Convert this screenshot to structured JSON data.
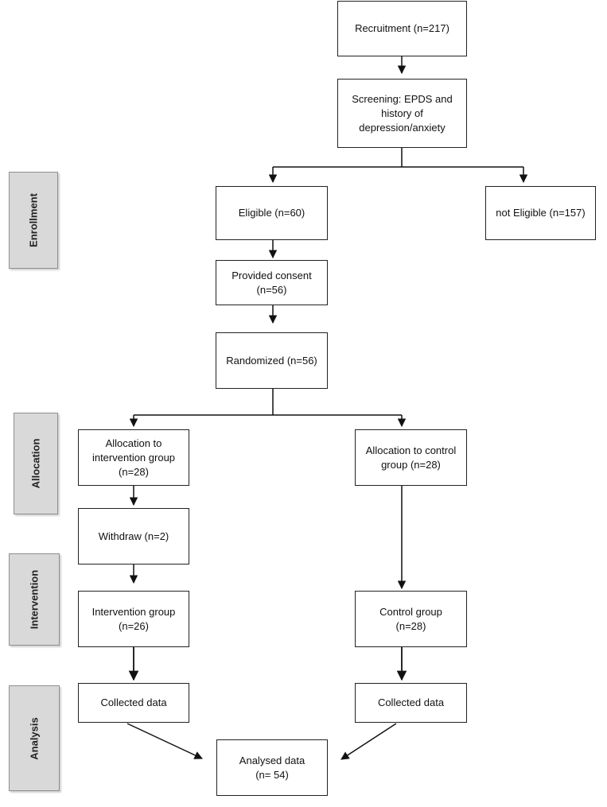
{
  "stages": {
    "enrollment": "Enrollment",
    "allocation": "Allocation",
    "intervention": "Intervention",
    "analysis": "Analysis"
  },
  "boxes": {
    "recruitment": [
      "Recruitment (n=217)"
    ],
    "screening": [
      "Screening: EPDS and",
      "history of",
      "depression/anxiety"
    ],
    "eligible": [
      "Eligible (n=60)"
    ],
    "not_eligible": [
      "not Eligible (n=157)"
    ],
    "consent": [
      "Provided consent",
      "(n=56)"
    ],
    "randomized": [
      "Randomized (n=56)"
    ],
    "alloc_intervention": [
      "Allocation to",
      "intervention group",
      "(n=28)"
    ],
    "alloc_control": [
      "Allocation to control",
      "group (n=28)"
    ],
    "withdraw": [
      "Withdraw (n=2)"
    ],
    "intervention_group": [
      "Intervention group",
      "(n=26)"
    ],
    "control_group": [
      "Control group",
      "(n=28)"
    ],
    "collected_intervention": [
      "Collected data"
    ],
    "collected_control": [
      "Collected data"
    ],
    "analysed": [
      "Analysed data",
      "(n= 54)"
    ]
  }
}
